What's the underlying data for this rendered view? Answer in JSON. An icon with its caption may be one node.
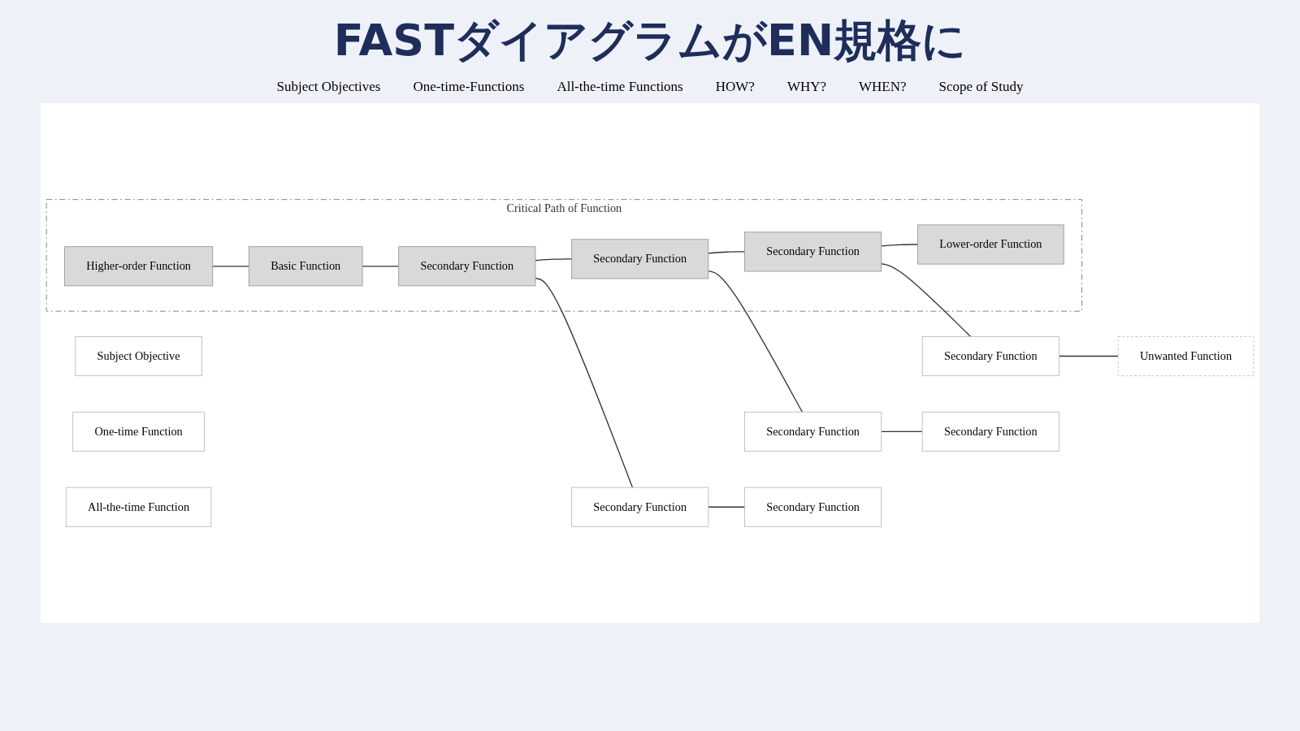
{
  "diagram": {
    "title": "FASTダイアグラムがEN規格に",
    "nodes": [
      {
        "text": [
          "Subject Objective"
        ]
      },
      {
        "text": [
          "One-time Function"
        ]
      },
      {
        "text": [
          "All-the-time Function"
        ]
      },
      {
        "text": [
          "Critical Path of Function"
        ]
      },
      {
        "text": [
          "Higher-order Function"
        ],
        "in": 3
      },
      {
        "text": [
          "Basic Function"
        ],
        "in": 3
      },
      {
        "text": [
          "Secondary Function"
        ],
        "in": 3
      },
      {
        "text": [
          "Secondary Function"
        ],
        "in": 3
      },
      {
        "text": [
          "Secondary Function"
        ],
        "in": 3
      },
      {
        "text": [
          "Lower-order Function"
        ],
        "in": 3
      },
      {
        "text": [
          "Secondary Function"
        ]
      },
      {
        "text": [
          "Secondary Function"
        ]
      },
      {
        "text": [
          "Secondary Function"
        ]
      },
      {
        "text": [
          "Secondary Function"
        ]
      },
      {
        "text": [
          "Secondary Function"
        ]
      },
      {
        "text": [
          "Unwanted Function"
        ]
      }
    ],
    "edges": [
      {
        "from": 4,
        "to": 5,
        "arrow": "none"
      },
      {
        "from": 5,
        "to": 6,
        "arrow": "none"
      },
      {
        "from": 6,
        "to": 7,
        "arrow": "none"
      },
      {
        "from": 7,
        "to": 8,
        "arrow": "none"
      },
      {
        "from": 8,
        "to": 9,
        "arrow": "none"
      },
      {
        "from": 6,
        "to": 10,
        "arrow": "none"
      },
      {
        "from": 10,
        "to": 13,
        "arrow": "none"
      },
      {
        "from": 7,
        "to": 11,
        "arrow": "none"
      },
      {
        "from": 11,
        "to": 14,
        "arrow": "none"
      },
      {
        "from": 8,
        "to": 12,
        "arrow": "none"
      },
      {
        "from": 12,
        "to": 15,
        "arrow": "none"
      }
    ],
    "labels": [
      "Subject Objectives",
      "One-time-Functions",
      "All-the-time Functions",
      "HOW?",
      "WHY?",
      "WHEN?",
      "Scope of Study"
    ]
  }
}
